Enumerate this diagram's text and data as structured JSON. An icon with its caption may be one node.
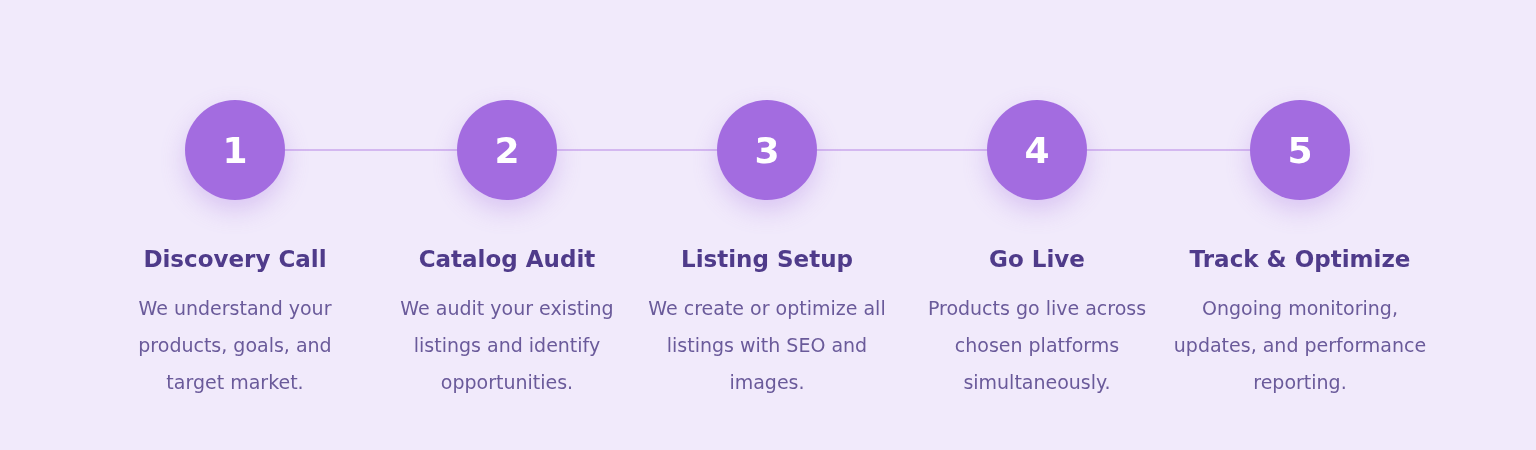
{
  "diagram": {
    "nodes": [
      {
        "text": [
          "1",
          "Discovery Call",
          "We understand your products, goals, and target market."
        ]
      },
      {
        "text": [
          "2",
          "Catalog Audit",
          "We audit your existing listings and identify opportunities."
        ]
      },
      {
        "text": [
          "3",
          "Listing Setup",
          "We create or optimize all listings with SEO and images."
        ]
      },
      {
        "text": [
          "4",
          "Go Live",
          "Products go live across chosen platforms simultaneously."
        ]
      },
      {
        "text": [
          "5",
          "Track & Optimize",
          "Ongoing monitoring, updates, and performance reporting."
        ]
      }
    ],
    "edges": [
      {
        "from": 0,
        "to": 1,
        "arrow": "none"
      },
      {
        "from": 1,
        "to": 2,
        "arrow": "none"
      },
      {
        "from": 2,
        "to": 3,
        "arrow": "none"
      },
      {
        "from": 3,
        "to": 4,
        "arrow": "none"
      }
    ]
  }
}
